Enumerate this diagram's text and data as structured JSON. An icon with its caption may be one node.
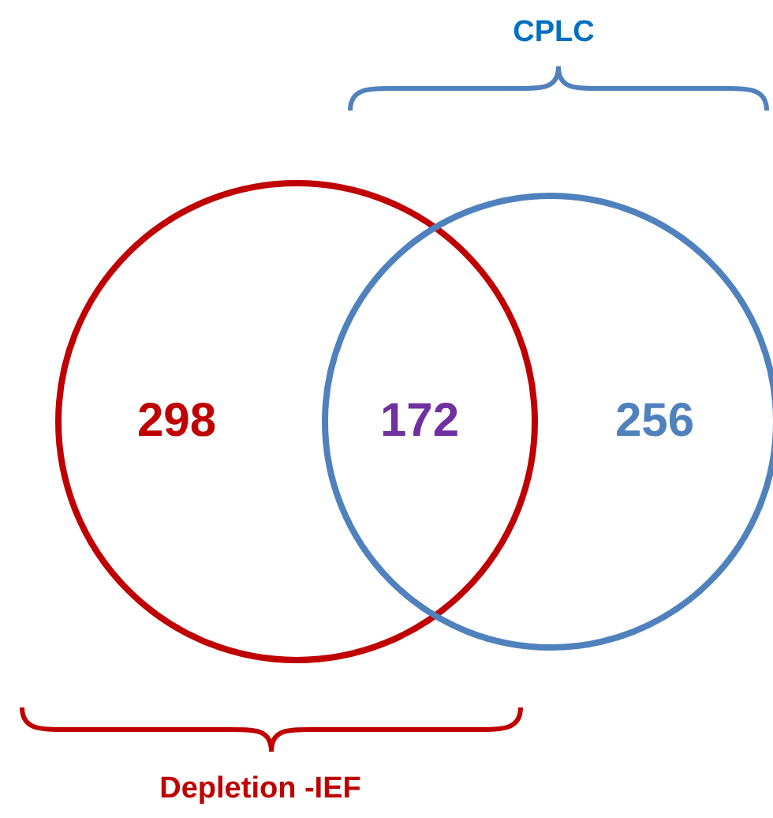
{
  "diagram": {
    "nodes": [
      {
        "text": [
          "298"
        ]
      },
      {
        "text": [
          "256"
        ]
      }
    ],
    "labels": [
      "CPLC",
      "172",
      "Depletion -IEF"
    ]
  }
}
